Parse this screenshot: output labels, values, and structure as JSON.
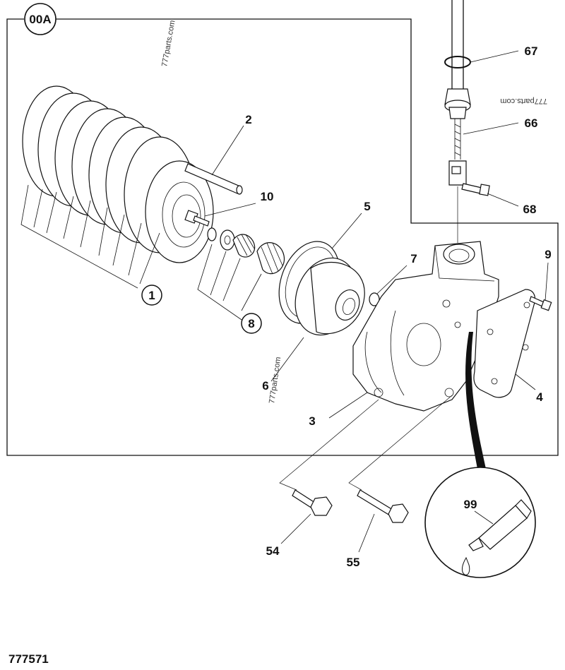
{
  "diagram": {
    "group_badge": "00A",
    "drawing_number": "777571",
    "watermark": "777parts.com",
    "callouts": [
      {
        "id": "1",
        "circled": true
      },
      {
        "id": "2",
        "circled": false
      },
      {
        "id": "3",
        "circled": false
      },
      {
        "id": "4",
        "circled": false
      },
      {
        "id": "5",
        "circled": false
      },
      {
        "id": "6",
        "circled": false
      },
      {
        "id": "7",
        "circled": false
      },
      {
        "id": "8",
        "circled": true
      },
      {
        "id": "9",
        "circled": false
      },
      {
        "id": "10",
        "circled": false
      },
      {
        "id": "54",
        "circled": false
      },
      {
        "id": "55",
        "circled": false
      },
      {
        "id": "66",
        "circled": false
      },
      {
        "id": "67",
        "circled": false
      },
      {
        "id": "68",
        "circled": false
      },
      {
        "id": "99",
        "circled": false
      }
    ]
  }
}
